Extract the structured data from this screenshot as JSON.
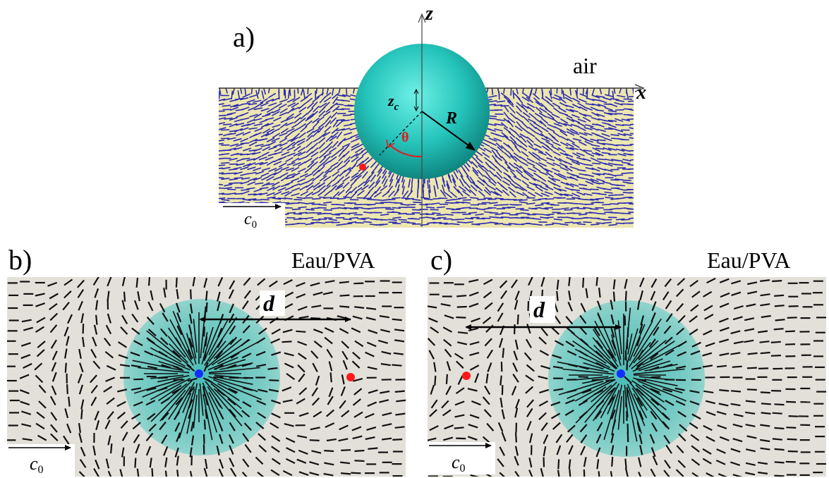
{
  "panel_a": {
    "label": "a)",
    "axis_z": "z",
    "axis_x": "x",
    "medium": "air",
    "zc_label": "z",
    "zc_sub": "c",
    "radius_label": "R",
    "theta_label": "θ",
    "c0_label": "c",
    "c0_sub": "0"
  },
  "panel_b": {
    "label": "b)",
    "medium": "Eau/PVA",
    "distance_label": "d",
    "c0_label": "c",
    "c0_sub": "0"
  },
  "panel_c": {
    "label": "c)",
    "medium": "Eau/PVA",
    "distance_label": "d",
    "c0_label": "c",
    "c0_sub": "0"
  },
  "colors": {
    "sphere": "#2ec7c0",
    "sphere_dark": "#0e8a86",
    "director_a": "#2a2ab0",
    "background_a": "#ece6b0",
    "background_bc": "#e3e0da",
    "defect": "#ff1a1a",
    "center_dot": "#1030ff"
  }
}
